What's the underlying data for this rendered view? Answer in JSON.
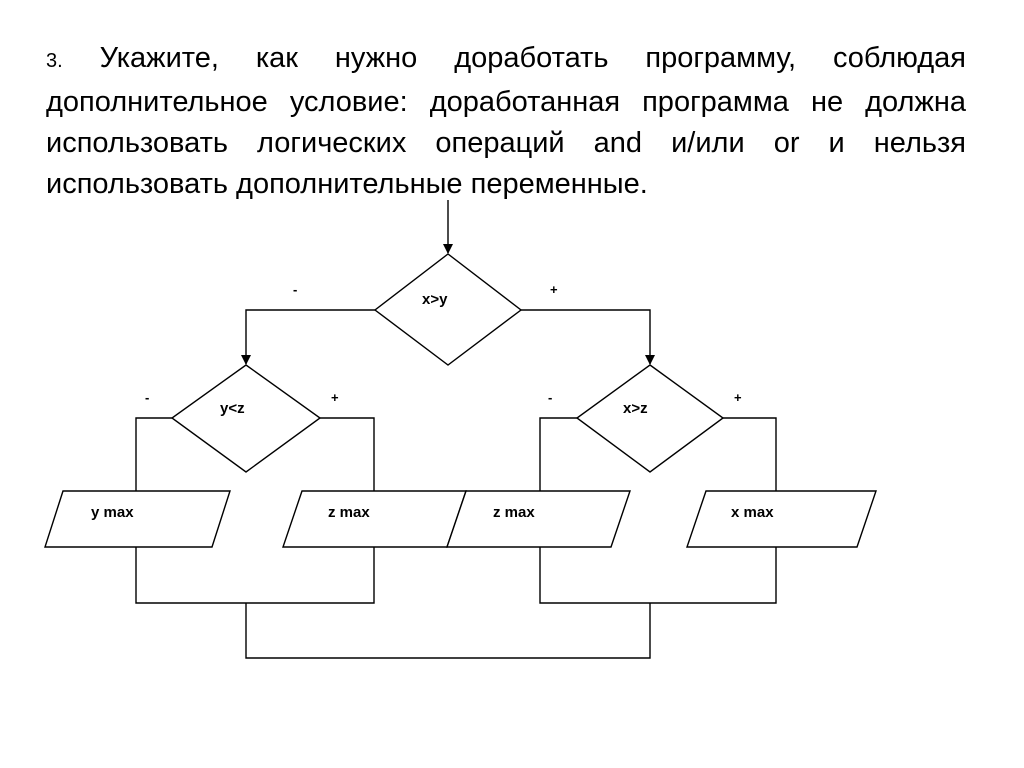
{
  "task": {
    "number": "3.",
    "text": "Укажите, как нужно доработать программу, соблюдая дополнительное условие: доработанная программа не должна использовать логических операций and и/или or и нельзя использовать дополнительные переменные."
  },
  "flowchart": {
    "top_condition": "x>y",
    "left_condition": "y<z",
    "right_condition": "x>z",
    "outputs": {
      "left_no": "y max",
      "left_yes": "z max",
      "right_no": "z max",
      "right_yes": "x max"
    },
    "signs": {
      "no": "-",
      "yes": "+"
    }
  }
}
